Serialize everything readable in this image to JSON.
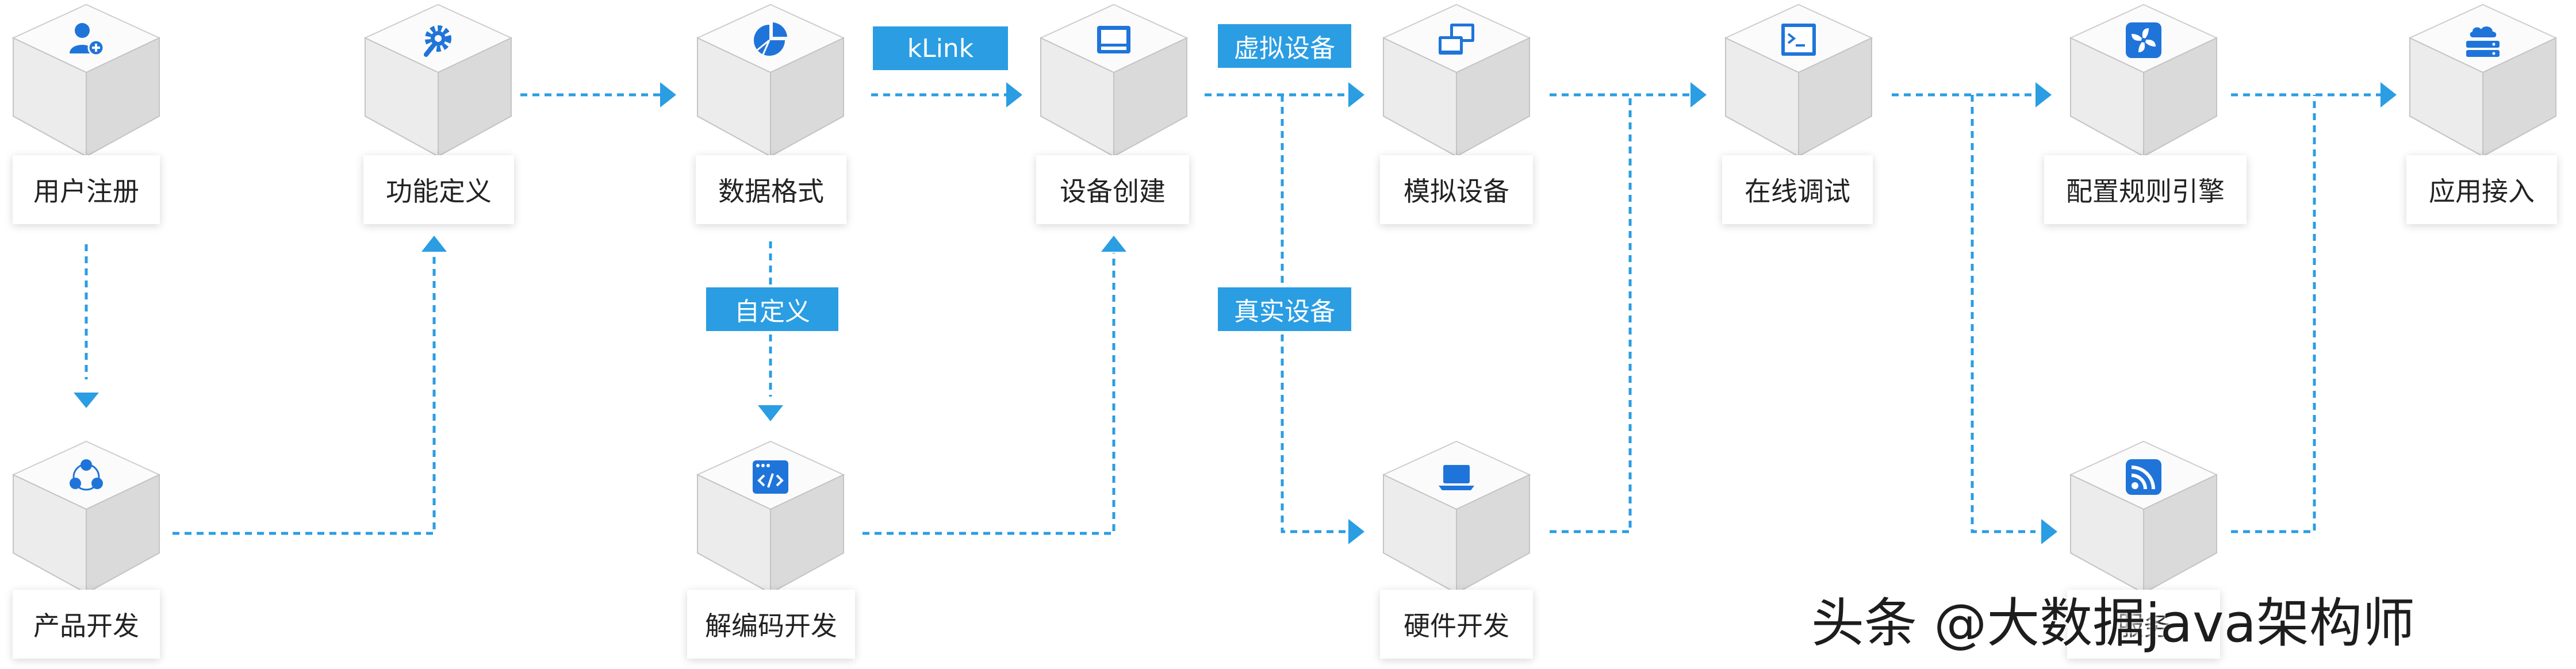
{
  "nodes": {
    "user_register": "用户注册",
    "product_dev": "产品开发",
    "func_define": "功能定义",
    "data_format": "数据格式",
    "codec_dev": "解编码开发",
    "device_create": "设备创建",
    "virtual_device": "模拟设备",
    "hardware_dev": "硬件开发",
    "online_debug": "在线调试",
    "rule_engine": "配置规则引擎",
    "service_node": "服务",
    "app_access": "应用接入"
  },
  "tags": {
    "klink": "kLink",
    "custom": "自定义",
    "virtual": "虚拟设备",
    "real": "真实设备"
  },
  "watermark": "头条 @大数据java架构师",
  "colors": {
    "accent": "#2a9de3",
    "tag_bg": "#2a9de3",
    "icon": "#1f74d9",
    "line": "#2a9de3"
  },
  "icons": {
    "user_register": "user-add-icon",
    "product_dev": "cluster-icon",
    "func_define": "gear-icon",
    "data_format": "pie-chart-icon",
    "codec_dev": "code-window-icon",
    "device_create": "device-box-icon",
    "virtual_device": "dual-monitor-icon",
    "hardware_dev": "laptop-icon",
    "online_debug": "terminal-icon",
    "rule_engine": "fan-icon",
    "service_node": "rss-icon",
    "app_access": "cloud-server-icon"
  }
}
